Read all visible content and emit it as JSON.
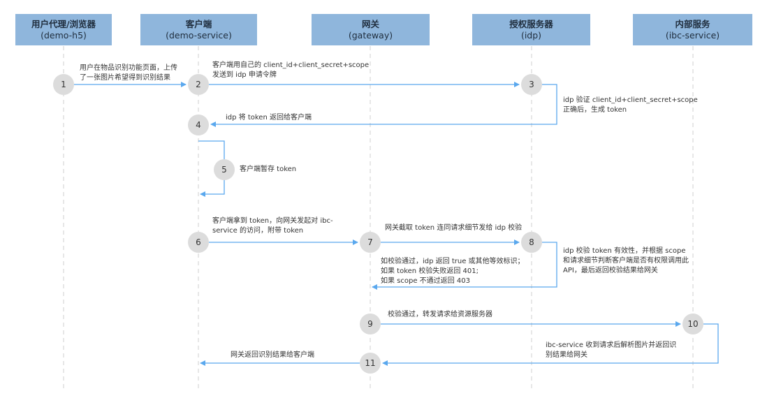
{
  "lanes": [
    {
      "title": "用户代理/浏览器",
      "sub": "(demo-h5)"
    },
    {
      "title": "客户端",
      "sub": "(demo-service)"
    },
    {
      "title": "网关",
      "sub": "(gateway)"
    },
    {
      "title": "授权服务器",
      "sub": "(idp)"
    },
    {
      "title": "内部服务",
      "sub": "(ibc-service)"
    }
  ],
  "steps": [
    "1",
    "2",
    "3",
    "4",
    "5",
    "6",
    "7",
    "8",
    "9",
    "10",
    "11"
  ],
  "messages": {
    "m1": [
      "用户在物品识别功能页面，上传",
      "了一张图片希望得到识别结果"
    ],
    "m2": [
      "客户端用自己的 client_id+client_secret+scope",
      "发送到 idp 申请令牌"
    ],
    "m3": [
      "idp 验证 client_id+client_secret+scope",
      "正确后，生成 token"
    ],
    "m4": [
      "idp 将 token 返回给客户端"
    ],
    "m5": [
      "客户端暂存  token"
    ],
    "m6": [
      "客户端拿到 token，向网关发起对 ibc-",
      "service 的访问，附带 token"
    ],
    "m7": [
      "网关截取 token 连同请求细节发给 idp 校验"
    ],
    "m8": [
      "idp 校验 token 有效性，并根据 scope",
      "和请求细节判断客户端是否有权限调用此",
      "API，最后返回校验结果给网关"
    ],
    "m8r": [
      "如校验通过，idp 返回 true 或其他等效标识；",
      "如果 token 校验失败返回 401;",
      "如果 scope 不通过返回 403"
    ],
    "m9": [
      "校验通过，转发请求给资源服务器"
    ],
    "m10": [
      "ibc-service 收到请求后解析图片并返回识",
      "别结果给网关"
    ],
    "m11": [
      "网关返回识别结果给客户端"
    ]
  },
  "colors": {
    "header": "#8fb6dc",
    "arrow": "#5aa8ee",
    "lifeline": "#cfcfcf",
    "circle": "#dcdcdc"
  }
}
